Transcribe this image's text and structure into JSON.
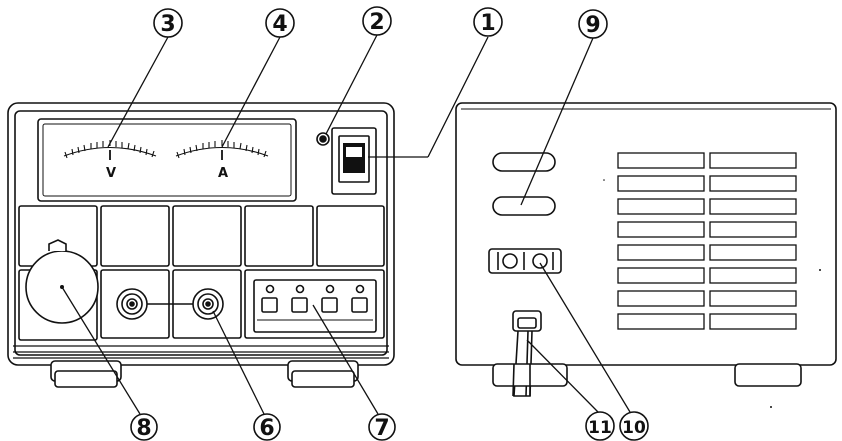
{
  "figure": {
    "meters": {
      "voltmeter_letter": "V",
      "ammeter_letter": "A"
    },
    "callouts": [
      {
        "id": "1",
        "label": "①",
        "part": "power-switch"
      },
      {
        "id": "2",
        "label": "②",
        "part": "power-indicator-lamp"
      },
      {
        "id": "3",
        "label": "③",
        "part": "voltmeter"
      },
      {
        "id": "4",
        "label": "④",
        "part": "ammeter"
      },
      {
        "id": "6",
        "label": "⑥",
        "part": "output-binding-posts"
      },
      {
        "id": "7",
        "label": "⑦",
        "part": "quick-connect-terminal-block"
      },
      {
        "id": "8",
        "label": "⑧",
        "part": "cigarette-lighter-socket"
      },
      {
        "id": "9",
        "label": "⑨",
        "part": "rear-handle-slots"
      },
      {
        "id": "10",
        "label": "⑩",
        "part": "rear-fuse-holders"
      },
      {
        "id": "11",
        "label": "⑪",
        "part": "ac-power-cord"
      }
    ]
  }
}
